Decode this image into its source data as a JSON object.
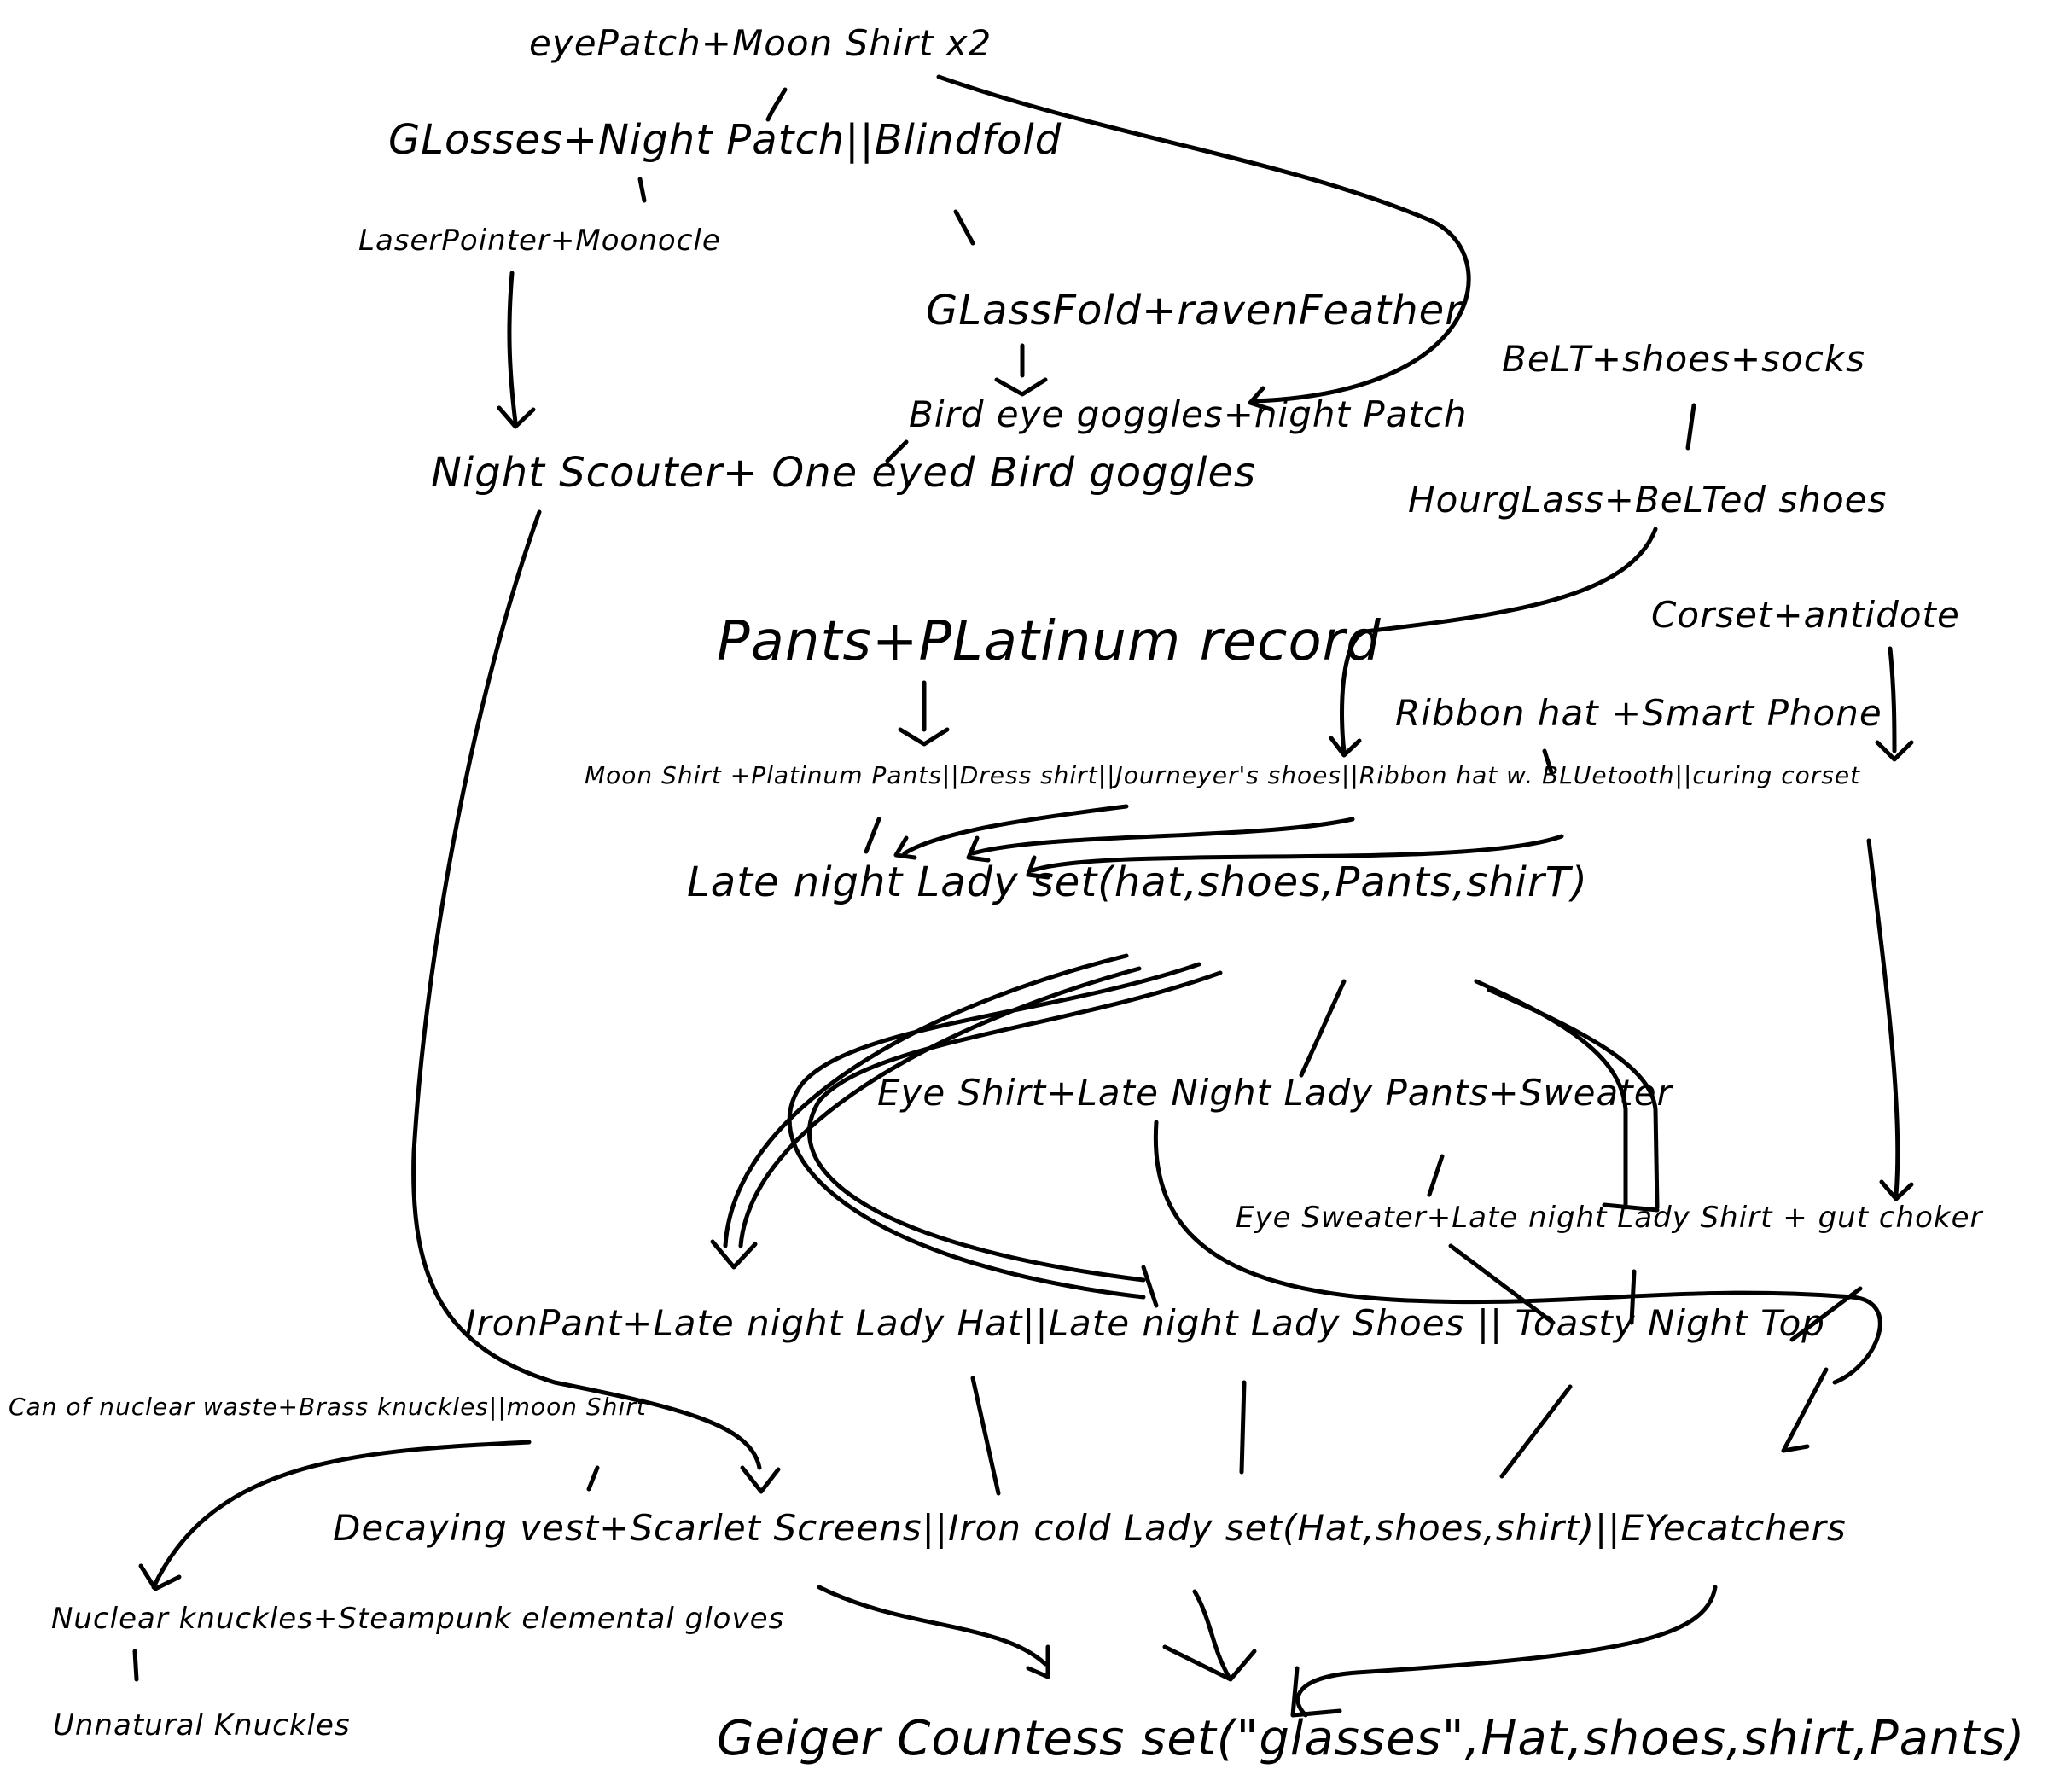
{
  "nodes": {
    "eyepatch_moonshirt": "eyePatch+Moon Shirt x2",
    "glasses_nightpatch_blindfold": "GLosses+Night Patch||Blindfold",
    "laserpointer_monocle": "LaserPointer+Moonocle",
    "glassfold_ravenfeather": "GLassFold+ravenFeather",
    "belt_shoes_socks": "BeLT+shoes+socks",
    "birdeye_goggles_nightpatch": "Bird eye goggles+night Patch",
    "nightscouter_oneeyed": "Night Scouter+   One eyed Bird goggles",
    "hourglass_beltedshoes": "HourgLass+BeLTed shoes",
    "corset_antidote": "Corset+antidote",
    "pants_platinum_record": "Pants+PLatinum record",
    "ribbonhat_smartphone": "Ribbon hat +Smart Phone",
    "moonshirt_row": "Moon Shirt +Platinum Pants||Dress shirt||Journeyer's shoes||Ribbon hat w. BLUetooth||curing corset",
    "latenight_set": "Late night Lady set(hat,shoes,Pants,shirT)",
    "eyeshirt_row": "Eye Shirt+Late Night Lady Pants+Sweater",
    "eyesweater_row": "Eye Sweater+Late night Lady Shirt + gut choker",
    "ironpant_row": "IronPant+Late night Lady Hat||Late night Lady Shoes || Toasty Night Top",
    "nuclear_waste_row": "Can of nuclear waste+Brass knuckles||moon Shirt",
    "decaying_row": "Decaying vest+Scarlet Screens||Iron cold Lady set(Hat,shoes,shirt)||EYecatchers",
    "nuclear_knuckles": "Nuclear knuckles+Steampunk elemental gloves",
    "unnatural_knuckles": "Unnatural Knuckles",
    "geiger_set": "Geiger Countess set(\"glasses\",Hat,shoes,shirt,Pants)"
  },
  "colors": {
    "ink": "#000000",
    "paper": "#ffffff"
  }
}
